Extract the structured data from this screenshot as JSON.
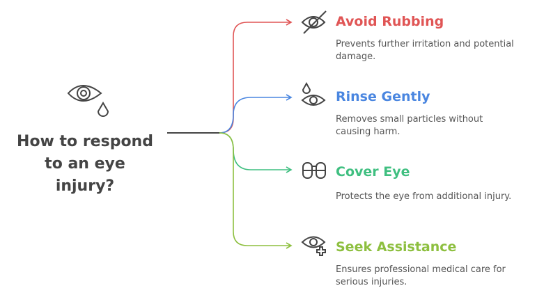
{
  "title": "How to respond to an eye injury?",
  "branches": [
    {
      "heading": "Avoid Rubbing",
      "description": "Prevents further irritation and potential damage.",
      "icon": "eye-slash-icon",
      "color": "#e05555"
    },
    {
      "heading": "Rinse Gently",
      "description": "Removes small particles without causing harm.",
      "icon": "eye-drop-icon",
      "color": "#4a86e0"
    },
    {
      "heading": "Cover Eye",
      "description": "Protects the eye from additional injury.",
      "icon": "goggles-icon",
      "color": "#3fbf80"
    },
    {
      "heading": "Seek Assistance",
      "description": "Ensures professional medical care for serious injuries.",
      "icon": "eye-plus-icon",
      "color": "#8dbf3f"
    }
  ]
}
